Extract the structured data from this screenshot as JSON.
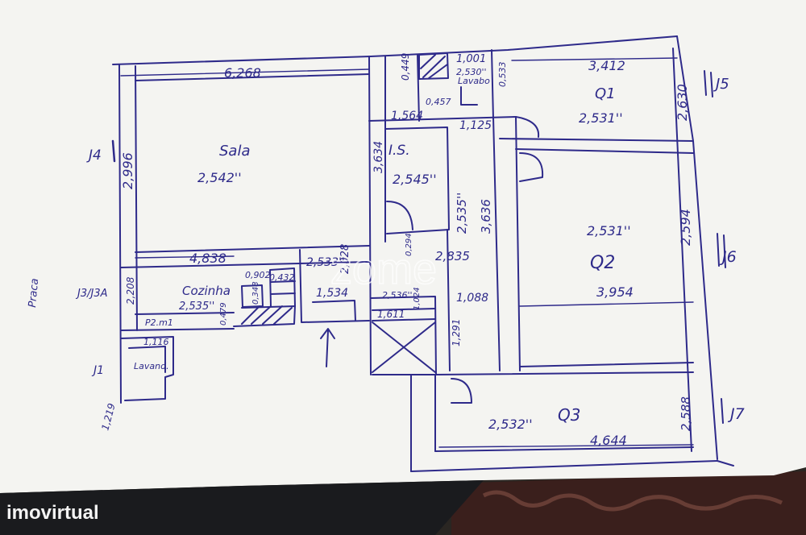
{
  "colors": {
    "paper": "#f4f4f1",
    "ink": "#2e2a8a",
    "floor": "#3a1f1c",
    "shadow": "#0f1012"
  },
  "rooms": {
    "sala": {
      "name": "Sala",
      "height": "2,542''"
    },
    "is": {
      "name": "I.S.",
      "height": "2,545''"
    },
    "cozinha": {
      "name": "Cozinha",
      "height": "2,535''"
    },
    "q1": {
      "name": "Q1",
      "height": "2,531''"
    },
    "q2": {
      "name": "Q2",
      "height": "2,531''"
    },
    "q3": {
      "name": "Q3",
      "height": "2,532''"
    },
    "lavand": {
      "name": "Lavand."
    },
    "lavabo": {
      "name": "Lavabo"
    },
    "pr": {
      "name": "P2.m1"
    }
  },
  "dimensions": {
    "sala_width": "6,268",
    "sala_height": "2,996",
    "j4": "J4",
    "j3": "J3/J3A",
    "j1": "J1",
    "j5": "J5",
    "j6": "J6",
    "j7": "J7",
    "d0449": "0,449",
    "d1001": "1,001",
    "d2530": "2,530''",
    "d0457": "0,457",
    "d0533": "0,533",
    "d1564": "1,564",
    "d1125": "1,125",
    "q1_width": "3,412",
    "q1_height": "2,630",
    "is_height": "3,634",
    "corridor_h": "2,535''",
    "corridor_len": "3,636",
    "q2_height": "2,594",
    "q2_width": "3,954",
    "coz_width": "4,838",
    "coz_height": "2,208",
    "d0902": "0,902",
    "d0432": "0,432",
    "d0348": "0,348",
    "d0479": "0,479",
    "d2533": "2,533''",
    "d2028": "2,028",
    "d1534": "1,534",
    "d2835": "2,835",
    "d0294": "0,294",
    "d2536": "2,536''",
    "d1611": "1,611",
    "d1024": "1,024",
    "d1088": "1,088",
    "d1291": "1,291",
    "d1116": "1,116",
    "d1219": "1,219",
    "q3_width": "4,644",
    "q3_height": "2,588",
    "side_note": "Praca"
  },
  "watermark": {
    "center": "zome",
    "brand": "imovirtual"
  }
}
